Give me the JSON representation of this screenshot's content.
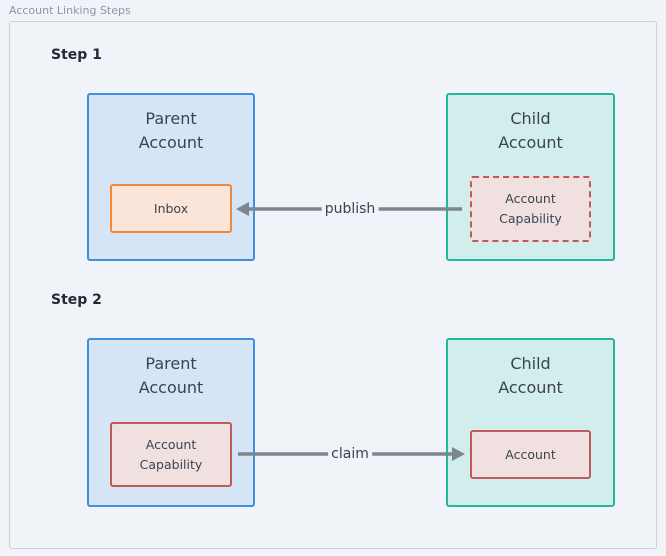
{
  "title": "Account Linking Steps",
  "steps": [
    {
      "label": "Step 1",
      "parent": {
        "title": "Parent Account",
        "inner": "Inbox"
      },
      "child": {
        "title": "Child Account",
        "inner": "Account Capability"
      },
      "edge": "publish",
      "direction": "child-to-parent"
    },
    {
      "label": "Step 2",
      "parent": {
        "title": "Parent Account",
        "inner": "Account Capability"
      },
      "child": {
        "title": "Child Account",
        "inner": "Account"
      },
      "edge": "claim",
      "direction": "parent-to-child"
    }
  ]
}
